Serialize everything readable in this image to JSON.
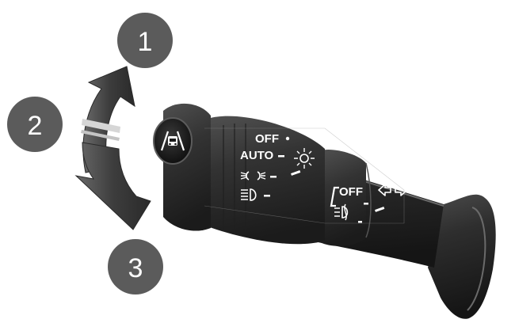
{
  "callouts": [
    {
      "label": "1"
    },
    {
      "label": "2"
    },
    {
      "label": "3"
    }
  ],
  "stalk": {
    "inner_ring": {
      "positions": [
        "OFF",
        "AUTO"
      ],
      "icons": [
        "parking-lights-icon",
        "low-beam-headlight-icon",
        "high-beam-headlight-icon",
        "auto-light-sensor-icon"
      ]
    },
    "outer_ring": {
      "positions": [
        "OFF"
      ],
      "icons": [
        "front-fog-light-icon"
      ]
    },
    "end_cap_icon": "lane-assist-icon",
    "turn_signal_icon": "turn-signal-arrows-icon"
  },
  "colors": {
    "callout_fill": "#5b5b5b",
    "arrow_fill": "#4a4a4a",
    "stalk_dark": "#262626",
    "stalk_mid": "#3c3c3c",
    "label_color": "#ffffff"
  }
}
